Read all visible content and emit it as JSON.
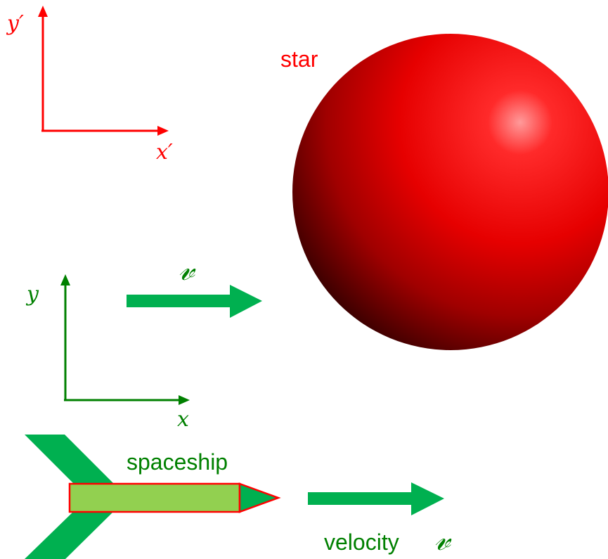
{
  "star_frame": {
    "x_label": "x′",
    "y_label": "y′",
    "color": "#ff0000"
  },
  "ship_frame": {
    "x_label": "x",
    "y_label": "y",
    "color": "#008000"
  },
  "star": {
    "label": "star",
    "label_color": "#ff0000",
    "color": "#ee0000"
  },
  "frame_velocity": {
    "label": "𝓋",
    "color": "#00b050"
  },
  "spaceship": {
    "label": "spaceship",
    "label_color": "#008000",
    "body_color": "#92d050",
    "outline_color": "#ff0000",
    "fin_color": "#00b050"
  },
  "ship_velocity": {
    "label": "velocity",
    "symbol": "𝓋",
    "color": "#00b050"
  }
}
